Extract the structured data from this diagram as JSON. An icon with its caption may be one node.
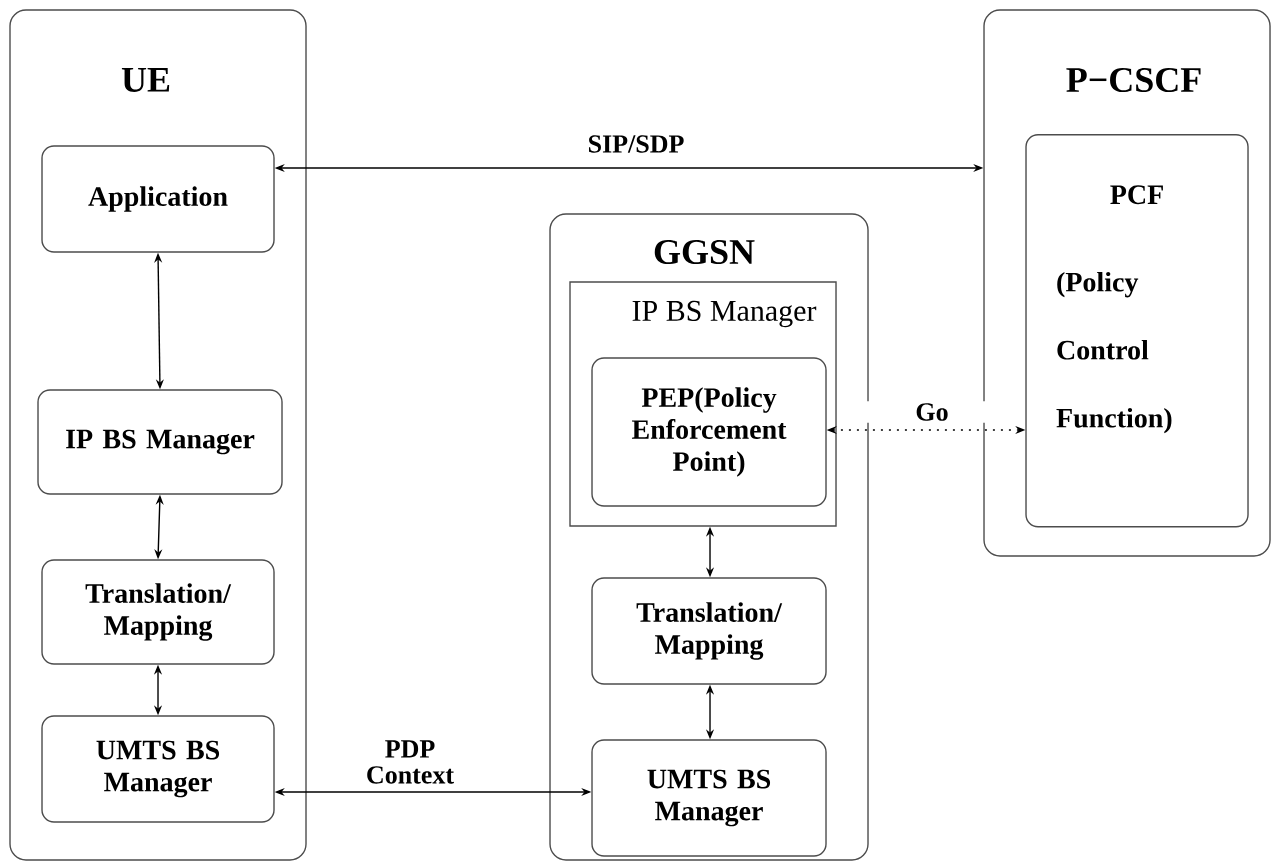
{
  "diagram": {
    "nodes": [
      {
        "text": [
          "UE"
        ]
      },
      {
        "text": [
          "Application"
        ],
        "in": 0
      },
      {
        "text": [
          "IP BS Manager"
        ],
        "in": 0
      },
      {
        "text": [
          "Translation/ Mapping"
        ],
        "in": 0
      },
      {
        "text": [
          "UMTS BS Manager"
        ],
        "in": 0
      },
      {
        "text": [
          "GGSN"
        ]
      },
      {
        "text": [
          "IP BS Manager"
        ],
        "in": 5
      },
      {
        "text": [
          "PEP(Policy Enforcement Point)"
        ],
        "in": 6
      },
      {
        "text": [
          "Translation/ Mapping"
        ],
        "in": 5
      },
      {
        "text": [
          "UMTS BS Manager"
        ],
        "in": 5
      },
      {
        "text": [
          "P−CSCF"
        ]
      },
      {
        "text": [
          "PCF",
          "(Policy Control Function)"
        ],
        "in": 10
      }
    ],
    "edges": [
      {
        "from": 1,
        "to": 10,
        "arrow": "both",
        "label": "SIP/SDP"
      },
      {
        "from": 1,
        "to": 2,
        "arrow": "both"
      },
      {
        "from": 2,
        "to": 3,
        "arrow": "both"
      },
      {
        "from": 3,
        "to": 4,
        "arrow": "both"
      },
      {
        "from": 4,
        "to": 9,
        "arrow": "both",
        "label": "PDP Context"
      },
      {
        "from": 7,
        "to": 11,
        "arrow": "both",
        "label": "Go",
        "style": "dashed"
      },
      {
        "from": 6,
        "to": 8,
        "arrow": "both"
      },
      {
        "from": 8,
        "to": 9,
        "arrow": "both"
      }
    ]
  }
}
